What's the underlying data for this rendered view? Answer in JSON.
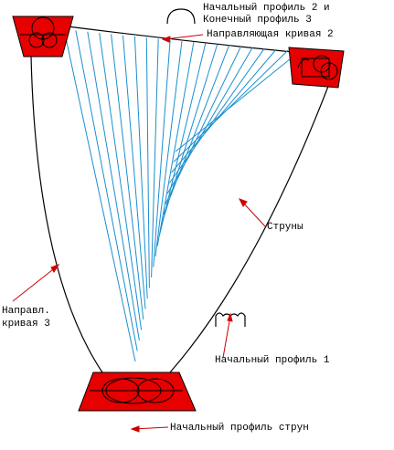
{
  "labels": {
    "start_profile_2_line1": "Начальный профиль 2 и",
    "start_profile_2_line2": "Конечный профиль 3",
    "guide_curve_2": "Направляющая кривая 2",
    "strings": "Струны",
    "guide_curve_3_line1": "Направл.",
    "guide_curve_3_line2": "кривая 3",
    "start_profile_1": "Начальный профиль 1",
    "string_start_profile": "Начальный профиль струн"
  },
  "colors": {
    "profile_fill": "#e60000",
    "arrow": "#cc0000",
    "string": "#1a8fd0",
    "curve": "#000000",
    "background": "#ffffff"
  },
  "strings_count": 21
}
